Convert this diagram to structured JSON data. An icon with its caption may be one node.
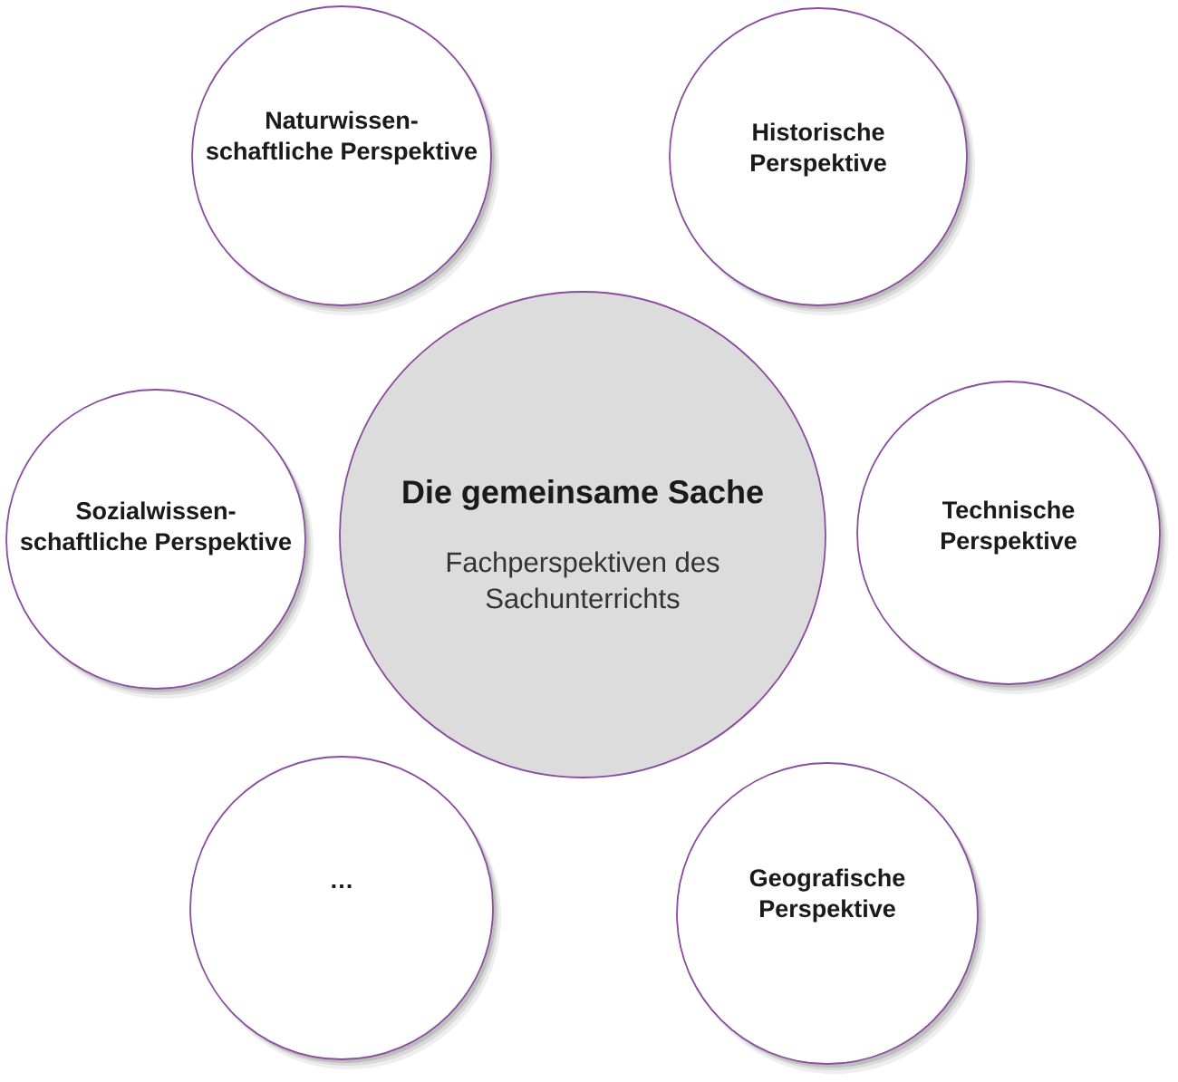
{
  "diagram": {
    "nodes": [
      {
        "text": [
          "Naturwissen- schaftliche Perspektive"
        ]
      },
      {
        "text": [
          "Historische Perspektive"
        ]
      },
      {
        "text": [
          "Sozialwissen- schaftliche Perspektive"
        ]
      },
      {
        "text": [
          "Die gemeinsame Sache",
          "Fachperspektiven des Sachunterrichts"
        ]
      },
      {
        "text": [
          "Technische Perspektive"
        ]
      },
      {
        "text": [
          "…"
        ]
      },
      {
        "text": [
          "Geografische Perspektive"
        ]
      }
    ]
  }
}
